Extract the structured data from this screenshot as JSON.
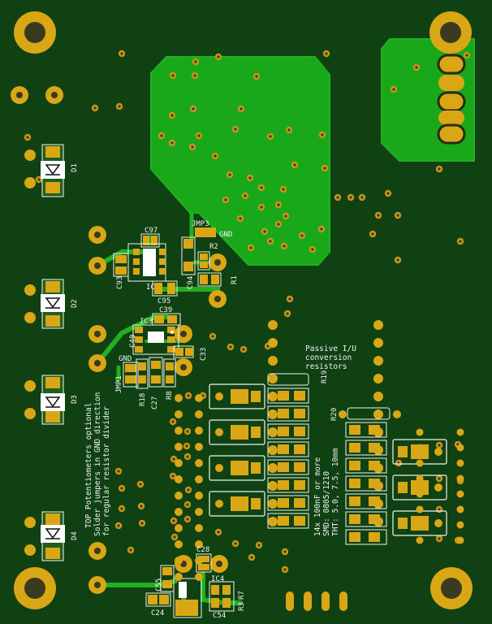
{
  "board": {
    "colors": {
      "substrate": "#0f4112",
      "copper_pour": "#19a819",
      "copper_trace": "#22b022",
      "pad_gold": "#d9a615",
      "via_ring": "#c8951a",
      "drill": "#3a3a20",
      "silkscreen": "#f2f2f2"
    },
    "labels": {
      "d1": "D1",
      "d2": "D2",
      "d3": "D3",
      "d4": "D4",
      "c97": "C97",
      "jmp3": "JMP3",
      "gnd_top": "GND",
      "r2": "R2",
      "r1": "R1",
      "c93": "C93",
      "ic_top": "IC",
      "c94": "C94",
      "c95": "C95",
      "c39": "C39",
      "ic3": "IC3",
      "c40": "C40",
      "c33": "C33",
      "gnd_mid": "GND",
      "jmp1": "JMP1",
      "r18": "R18",
      "c27": "C27",
      "r8": "R8",
      "r19": "R19",
      "r20": "R20",
      "c28": "C28",
      "c55": "C55",
      "ic4": "IC4",
      "r7": "R7",
      "r3": "R3",
      "c24": "C24",
      "c54": "C54"
    },
    "notes": {
      "passive_1": "Passive I/U",
      "passive_2": "conversion",
      "passive_3": "resistors",
      "pot_1": "TOP Potentiometers optional",
      "pot_2": "Solder jumpers in GND direction",
      "pot_3": "for regular resistor divider",
      "cap_1": "14x 100nF or more",
      "cap_2": "SMD: 0805/1210",
      "cap_3": "THT: 5.0, 7.5, 10mm"
    }
  }
}
